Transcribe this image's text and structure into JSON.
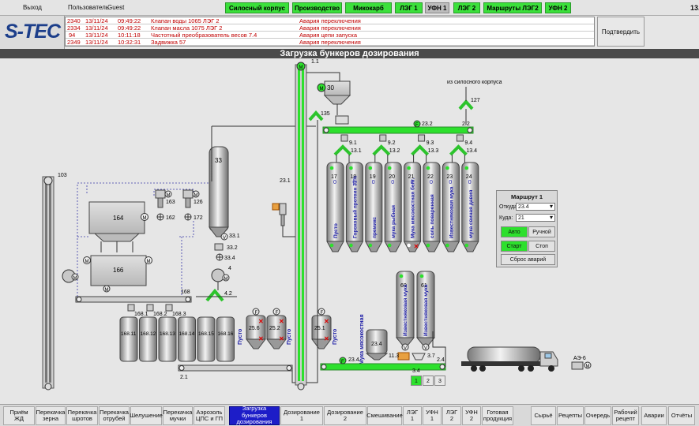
{
  "header": {
    "exit": "Выход",
    "logo": "S-TEC",
    "user_label": "Пользователь",
    "user_name": "Guest",
    "time_partial": "13.",
    "top_buttons": [
      {
        "label": "Силосный корпус",
        "active": true
      },
      {
        "label": "Производство",
        "active": true
      },
      {
        "label": "Микокарб",
        "active": true
      },
      {
        "label": "ЛЭГ 1",
        "active": true
      },
      {
        "label": "УФН 1",
        "active": false
      },
      {
        "label": "ЛЭГ 2",
        "active": true
      },
      {
        "label": "Маршруты ЛЭГ2",
        "active": true
      },
      {
        "label": "УФН 2",
        "active": true
      }
    ],
    "confirm": "Подтвердить"
  },
  "alarms": [
    {
      "id": "2340",
      "date": "13/11/24",
      "time": "09:49:22",
      "object": "Клапан воды 1065 ЛЭГ 2",
      "message": "Авария переключения"
    },
    {
      "id": "2334",
      "date": "13/11/24",
      "time": "09:49:22",
      "object": "Клапан масла 1075 ЛЭГ 2",
      "message": "Авария переключения"
    },
    {
      "id": "94",
      "date": "13/11/24",
      "time": "10:11:18",
      "object": "Частотный преобразователь весов 7.4",
      "message": "Авария цепи запуска"
    },
    {
      "id": "2349",
      "date": "13/11/24",
      "time": "10:32:31",
      "object": "Задвижка 57",
      "message": "Авария переключения"
    }
  ],
  "page_title": "Загрузка бункеров дозирования",
  "scheme": {
    "labels": {
      "elev_1_1": "1.1",
      "hopper_30": "30",
      "silo_source": "из силосного корпуса",
      "v127": "127",
      "v135": "135",
      "conv_23_2": "23.2",
      "c2_2": "2.2",
      "v9_1": "9.1",
      "v9_2": "9.2",
      "v9_3": "9.3",
      "v9_4": "9.4",
      "v13_1": "13.1",
      "v13_2": "13.2",
      "v13_3": "13.3",
      "v13_4": "13.4",
      "v103": "103",
      "b164": "164",
      "b166": "166",
      "v163": "163",
      "v162": "162",
      "v126": "126",
      "v172": "172",
      "silo33": "33",
      "v33_1": "33.1",
      "v33_2": "33.2",
      "v33_4": "33.4",
      "v4": "4",
      "v4_2": "4.2",
      "c168": "168",
      "c168_1": "168.1",
      "c168_2": "168.2",
      "c168_3": "168.3",
      "c2_1": "2.1",
      "elev_23_1": "23.1",
      "b25_6": "25.6",
      "b25_2": "25.2",
      "b25_1": "25.1",
      "b23_4": "23.4",
      "c11_3": "11.3",
      "v3_7": "3.7",
      "c2_4": "2.4",
      "conv_23_4": "23.4",
      "c3_4": "3.4",
      "b60": "60",
      "b61": "61",
      "ae6": "АЭ-6",
      "empty": "Пусто",
      "meat_meal": "Мука мясокостная"
    },
    "bottom_bins": [
      "168.11",
      "168.12",
      "168.13",
      "168.14",
      "168.15",
      "168.16"
    ],
    "silos": [
      {
        "num": "17",
        "level": "0",
        "product": "Пусто"
      },
      {
        "num": "18",
        "level": "0",
        "product": "Гороховый протеин 31%"
      },
      {
        "num": "19",
        "level": "0",
        "product": "премикс"
      },
      {
        "num": "20",
        "level": "0",
        "product": "мука рыбная"
      },
      {
        "num": "21",
        "level": "0",
        "product": "Мука мясокостная белг."
      },
      {
        "num": "22",
        "level": "0",
        "product": "соль поваренная"
      },
      {
        "num": "23",
        "level": "0",
        "product": "Известняковая мука"
      },
      {
        "num": "24",
        "level": "0",
        "product": "мука свиная давия"
      }
    ],
    "lower_silos": [
      {
        "num": "60",
        "product": "Известняковая мука"
      },
      {
        "num": "61",
        "product": "Известняковая мука"
      }
    ]
  },
  "route": {
    "title": "Маршрут 1",
    "from_label": "Откуда:",
    "from_value": "23.4",
    "to_label": "Куда:",
    "to_value": "21",
    "auto": "Авто",
    "manual": "Ручной",
    "start": "Старт",
    "stop": "Стоп",
    "reset": "Сброс аварий"
  },
  "pager": [
    "1",
    "2",
    "3"
  ],
  "nav": [
    {
      "label": "Приём ЖД"
    },
    {
      "label": "Перекачка зерна"
    },
    {
      "label": "Перекачка шротов"
    },
    {
      "label": "Перекачка отрубей"
    },
    {
      "label": "Шелушение"
    },
    {
      "label": "Перекачка мучки"
    },
    {
      "label": "Аэрозоль ЦПС и ГП"
    },
    {
      "label": "Загрузка бункеров дозирования"
    },
    {
      "label": "Дозирование 1"
    },
    {
      "label": "Дозирование 2"
    },
    {
      "label": "Смешивание"
    },
    {
      "label": "ЛЭГ 1"
    },
    {
      "label": "УФН 1"
    },
    {
      "label": "ЛЭГ 2"
    },
    {
      "label": "УФН 2"
    },
    {
      "label": "Готовая продукция"
    },
    {
      "label": "Сырьё"
    },
    {
      "label": "Рецепты"
    },
    {
      "label": "Очередь"
    },
    {
      "label": "Рабочий рецепт"
    },
    {
      "label": "Аварии"
    },
    {
      "label": "Отчёты"
    }
  ],
  "colors": {
    "run": "#2de02d",
    "alarm": "#c00000",
    "nav_active": "#1d1dc8",
    "product_text": "#1a1aa6"
  }
}
